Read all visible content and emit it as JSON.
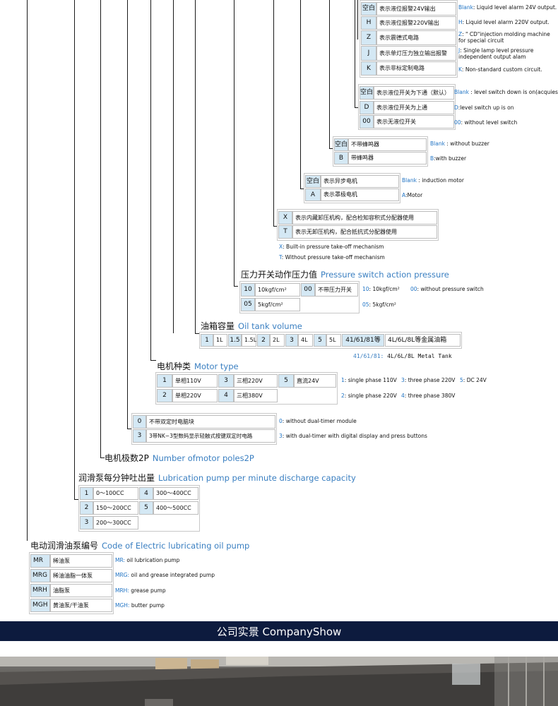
{
  "sec_alarm": {
    "rows": [
      {
        "code": "空白",
        "cn": "表示液位报警24V输出",
        "en_code": "Blank",
        "en_text": ": Liquid level alarm 24V output."
      },
      {
        "code": "H",
        "cn": "表示液位报警220V输出",
        "en_code": "H",
        "en_text": ": Liquid level alarm 220V output."
      },
      {
        "code": "Z",
        "cn": "表示震德式电路",
        "en_code": "Z",
        "en_text": ": \" CD\"injection molding machine for special circuit"
      },
      {
        "code": "J",
        "cn": "表示单灯压力独立输出报警",
        "en_code": "J",
        "en_text": ": Single lamp level pressure independent output alam"
      },
      {
        "code": "K",
        "cn": "表示非标定制电路",
        "en_code": "K",
        "en_text": ": Non-standard custom circuit."
      }
    ]
  },
  "sec_switch": {
    "rows": [
      {
        "code": "空白",
        "cn": "表示液位开关为下通（默认）",
        "en_code": "Blank",
        "en_text": " : level switch down is on(acquiesce in)"
      },
      {
        "code": "D",
        "cn": "表示液位开关为上通",
        "en_code": "D",
        "en_text": ":level switch up is on"
      },
      {
        "code": "00",
        "cn": "表示无液位开关",
        "en_code": "00",
        "en_text": ": without level switch"
      }
    ]
  },
  "sec_buzzer": {
    "rows": [
      {
        "code": "空白",
        "cn": "不带蜂鸣器",
        "en_code": "Blank",
        "en_text": " : without buzzer"
      },
      {
        "code": "B",
        "cn": "带蜂鸣器",
        "en_code": "B",
        "en_text": ":with buzzer"
      }
    ]
  },
  "sec_motortype": {
    "rows": [
      {
        "code": "空白",
        "cn": "表示异步电机",
        "en_code": "Blank",
        "en_text": " : induction motor"
      },
      {
        "code": "A",
        "cn": "表示罩极电机",
        "en_code": "A",
        "en_text": ":Motor"
      }
    ]
  },
  "sec_unload": {
    "rows": [
      {
        "code": "X",
        "cn": "表示内藏卸压机构，配合检知容积式分配器使用"
      },
      {
        "code": "T",
        "cn": "表示无卸压机构，配合抵抗式分配器使用"
      }
    ],
    "en": [
      {
        "en_code": "X",
        "en_text": ": Built-in pressure take-off mechanism"
      },
      {
        "en_code": "T",
        "en_text": ": Without pressure take-off mechanism"
      }
    ]
  },
  "sec_pressure": {
    "title_cn": "压力开关动作压力值",
    "title_en": "Pressure switch action pressure",
    "items": [
      {
        "code": "10",
        "label": "10kgf/cm²"
      },
      {
        "code": "00",
        "label": "不带压力开关"
      },
      {
        "code": "05",
        "label": "5kgf/cm²"
      }
    ],
    "en": [
      {
        "en_code": "10",
        "en_text": ": 10kgf/cm²"
      },
      {
        "en_code": "00",
        "en_text": ": without pressure switch"
      },
      {
        "en_code": "05",
        "en_text": ": 5kgf/cm²"
      }
    ]
  },
  "sec_tank": {
    "title_cn": "油箱容量",
    "title_en": "Oil tank volume",
    "items": [
      {
        "code": "1",
        "label": "1L"
      },
      {
        "code": "1.5",
        "label": "1.5L"
      },
      {
        "code": "2",
        "label": "2L"
      },
      {
        "code": "3",
        "label": "4L"
      },
      {
        "code": "5",
        "label": "5L"
      }
    ],
    "metal_code": "41/61/81等",
    "metal_label": "4L/6L/8L等金属油箱",
    "en_note_code": "41/61/81:",
    "en_note_text": " 4L/6L/8L Metal Tank"
  },
  "sec_motor": {
    "title_cn": "电机种类",
    "title_en": "Motor type",
    "items": [
      {
        "code": "1",
        "label": "单相110V"
      },
      {
        "code": "3",
        "label": "三相220V"
      },
      {
        "code": "5",
        "label": "直流24V"
      },
      {
        "code": "2",
        "label": "单相220V"
      },
      {
        "code": "4",
        "label": "三相380V"
      }
    ],
    "en_row1": [
      {
        "en_code": "1",
        "en_text": ": single phase 110V"
      },
      {
        "en_code": "3",
        "en_text": ": three phase 220V"
      },
      {
        "en_code": "5",
        "en_text": ": DC 24V"
      }
    ],
    "en_row2": [
      {
        "en_code": "2",
        "en_text": ": single phase 220V"
      },
      {
        "en_code": "4",
        "en_text": ": three phase 380V"
      }
    ]
  },
  "sec_timer": {
    "rows": [
      {
        "code": "0",
        "cn": "不带双定时电脑块",
        "en_code": "0",
        "en_text": ": without dual-timer module"
      },
      {
        "code": "3",
        "cn": "3带NK−3型数码显示轻触式按键双定时电路",
        "en_code": "3",
        "en_text": ": with dual-timer with digital display and press buttons"
      }
    ]
  },
  "sec_poles": {
    "title_cn": "电机极数2P",
    "title_en": "Number ofmotor poles2P"
  },
  "sec_discharge": {
    "title_cn": "润滑泵每分钟吐出量",
    "title_en": "Lubrication pump per minute discharge capacity",
    "items": [
      {
        "code": "1",
        "label": "0～100CC"
      },
      {
        "code": "4",
        "label": "300～400CC"
      },
      {
        "code": "2",
        "label": "150～200CC"
      },
      {
        "code": "5",
        "label": "400～500CC"
      },
      {
        "code": "3",
        "label": "200～300CC"
      }
    ]
  },
  "sec_code": {
    "title_cn": "电动润滑油泵编号",
    "title_en": "Code of Electric lubricating oil pump",
    "rows": [
      {
        "code": "MR",
        "cn": "稀油泵",
        "en_code": "MR:",
        "en_text": " oil lubrication pump"
      },
      {
        "code": "MRG",
        "cn": "稀油油脂一体泵",
        "en_code": "MRG:",
        "en_text": " oil and grease integrated pump"
      },
      {
        "code": "MRH",
        "cn": "油脂泵",
        "en_code": "MRH:",
        "en_text": " grease pump"
      },
      {
        "code": "MGH",
        "cn": "黄油泵/干油泵",
        "en_code": "MGH:",
        "en_text": "  butter pump"
      }
    ]
  },
  "banner": {
    "text": "公司实景 CompanyShow"
  }
}
